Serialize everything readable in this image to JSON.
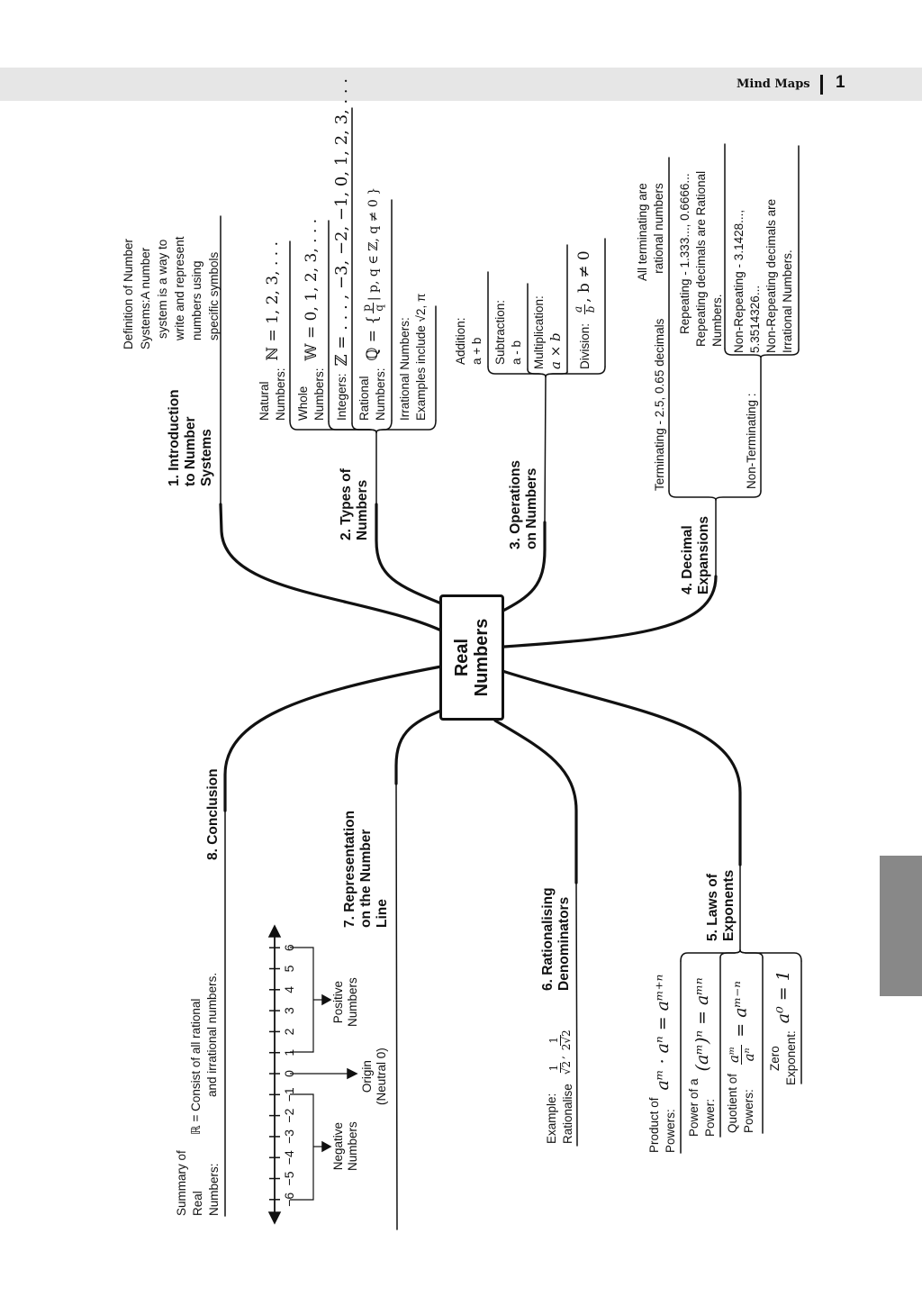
{
  "header": {
    "title": "Mind Maps",
    "page_number": "1"
  },
  "center": {
    "line1": "Real",
    "line2": "Numbers"
  },
  "intro": {
    "heading": [
      "1. Introduction",
      "to Number",
      "Systems"
    ],
    "definition": [
      "Definition of Number",
      "Systems:A number",
      "system is a way to",
      "write and represent",
      "numbers using",
      "specific symbols"
    ]
  },
  "types": {
    "heading": [
      "2. Types of",
      "Numbers"
    ],
    "natural": {
      "label": [
        "Natural",
        "Numbers:"
      ],
      "math": "ℕ = 1, 2, 3, . . ."
    },
    "whole": {
      "label": [
        "Whole",
        "Numbers:"
      ],
      "math": "𝕎 = 0, 1, 2, 3, . . ."
    },
    "integers": {
      "label": "Integers:",
      "math": "ℤ = . . . , −3, −2, −1, 0, 1, 2, 3, . . ."
    },
    "rational": {
      "label": [
        "Rational",
        "Numbers:"
      ],
      "math_prefix": "ℚ = {",
      "frac_num": "p",
      "frac_den": "q",
      "math_suffix": "| p, q ∈ ℤ, q ≠ 0 }"
    },
    "irrational": {
      "lines": [
        "Irrational Numbers:",
        "Examples include √2, π"
      ]
    }
  },
  "operations": {
    "heading": [
      "3. Operations",
      "on Numbers"
    ],
    "addition": [
      "Addition:",
      "a + b"
    ],
    "subtraction": [
      "Subtraction:",
      "a - b"
    ],
    "multiplication": [
      "Multiplication:",
      "a × b"
    ],
    "division": {
      "label": "Division:",
      "frac_num": "a",
      "frac_den": "b",
      "suffix": ", b ≠ 0"
    }
  },
  "decimals": {
    "heading": [
      "4. Decimal",
      "Expansions"
    ],
    "all_terminating": [
      "All terminating are",
      "rational numbers"
    ],
    "terminating": "Terminating - 2.5, 0.65 decimals",
    "non_terminating": "Non-Terminating :",
    "repeating": [
      "Repeating - 1.333..., 0.6666...",
      "Repeating decimals are Rational",
      "Numbers."
    ],
    "non_repeating": [
      "Non-Repeating - 3.1428...,",
      "5.3514326...",
      "Non-Repeating decimals are",
      "Irrational Numbers."
    ]
  },
  "exponents": {
    "heading": [
      "5. Laws of",
      "Exponents"
    ],
    "product": {
      "label": [
        "Product of",
        "Powers:"
      ],
      "math": "aᵐ · aⁿ = aᵐ⁺ⁿ"
    },
    "power": {
      "label": [
        "Power of a",
        "Power:"
      ],
      "math": "(aᵐ)ⁿ = aᵐⁿ"
    },
    "quotient": {
      "label": [
        "Quotient of",
        "Powers:"
      ],
      "frac_num": "aᵐ",
      "frac_den": "aⁿ",
      "math": "= aᵐ⁻ⁿ"
    },
    "zero": {
      "label": [
        "Zero",
        "Exponent:"
      ],
      "math": "a⁰ = 1"
    }
  },
  "rationalising": {
    "heading": [
      "6. Rationalising",
      "Denominators"
    ],
    "example_label": [
      "Example:",
      "Rationalise"
    ],
    "frac1_num": "1",
    "frac1_den": "√2",
    "sep": ",",
    "frac2_num": "1",
    "frac2_den": "2√2"
  },
  "number_line": {
    "heading": [
      "7. Representation",
      "on the Number",
      "Line"
    ],
    "ticks": [
      "−6",
      "−5",
      "−4",
      "−3",
      "−2",
      "−1",
      "0",
      "1",
      "2",
      "3",
      "4",
      "5",
      "6"
    ],
    "positive": [
      "Positive",
      "Numbers"
    ],
    "origin": [
      "Origin",
      "(Neutral 0)"
    ],
    "negative": [
      "Negative",
      "Numbers"
    ]
  },
  "conclusion": {
    "heading": "8. Conclusion",
    "summary_label": [
      "Summary of",
      "Real",
      "Numbers:"
    ],
    "summary_text": [
      "ℝ = Consist of all rational",
      "and irrational numbers."
    ]
  }
}
